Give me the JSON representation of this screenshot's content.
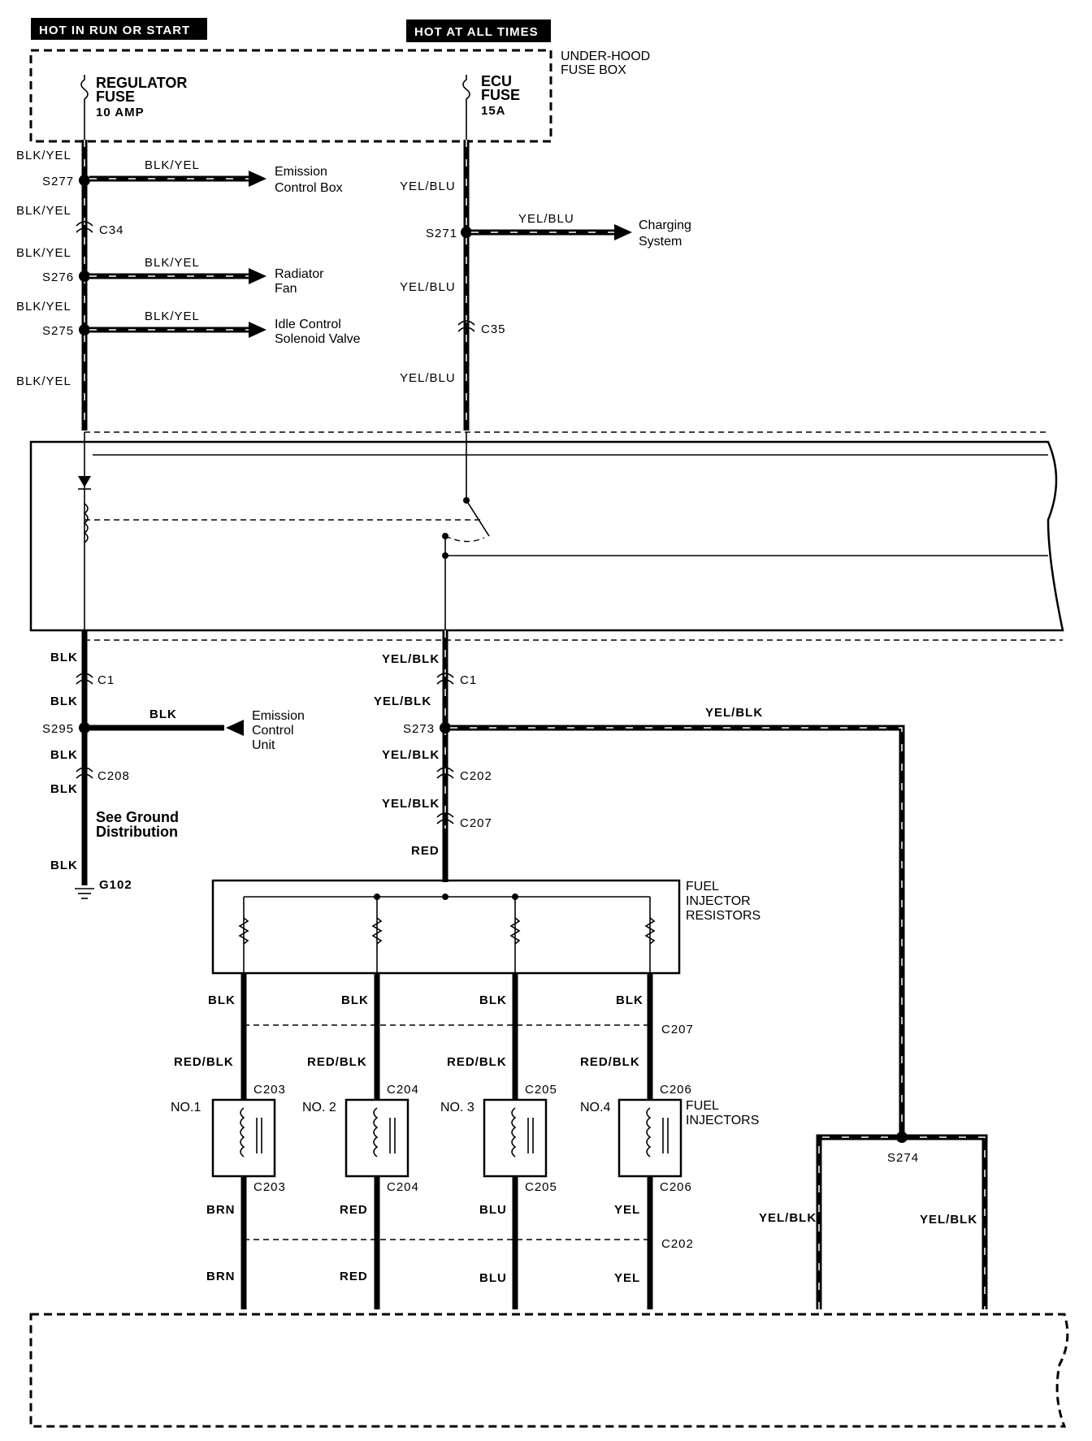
{
  "headers": {
    "run_start": "HOT IN RUN OR START",
    "all_times": "HOT AT ALL TIMES"
  },
  "fuse_box": {
    "title_line1": "UNDER-HOOD",
    "title_line2": "FUSE BOX",
    "regulator_fuse": {
      "line1": "REGULATOR",
      "line2": "FUSE",
      "rating": "10 AMP"
    },
    "ecu_fuse": {
      "line1": "ECU",
      "line2": "FUSE",
      "rating": "15A"
    }
  },
  "left_upper": {
    "wire_labels": [
      "BLK/YEL",
      "BLK/YEL",
      "BLK/YEL",
      "BLK/YEL",
      "BLK/YEL"
    ],
    "splices": [
      "S277",
      "S276",
      "S275"
    ],
    "connector": "C34",
    "branch_wire": "BLK/YEL",
    "branches": [
      {
        "line1": "Emission",
        "line2": "Control Box"
      },
      {
        "line1": "Radiator",
        "line2": "Fan"
      },
      {
        "line1": "Idle Control",
        "line2": "Solenoid Valve"
      }
    ]
  },
  "right_upper": {
    "wire_labels": [
      "YEL/BLU",
      "YEL/BLU",
      "YEL/BLU"
    ],
    "splice": "S271",
    "connector": "C35",
    "branch_wire": "YEL/BLU",
    "branch": {
      "line1": "Charging",
      "line2": "System"
    }
  },
  "left_lower": {
    "wire_labels": [
      "BLK",
      "BLK",
      "BLK",
      "BLK",
      "BLK"
    ],
    "connectors": [
      "C1",
      "C208"
    ],
    "splice": "S295",
    "branch_wire": "BLK",
    "branch": {
      "line1": "Emission",
      "line2": "Control",
      "line3": "Unit"
    },
    "ground_note": {
      "line1": "See Ground",
      "line2": "Distribution"
    },
    "ground": "G102"
  },
  "right_lower": {
    "wire_labels": [
      "YEL/BLK",
      "YEL/BLK",
      "YEL/BLK",
      "YEL/BLK",
      "RED"
    ],
    "connectors": [
      "C1",
      "C202",
      "C207"
    ],
    "splice": "S273",
    "long_wire": "YEL/BLK"
  },
  "resistors": {
    "line1": "FUEL",
    "line2": "INJECTOR",
    "line3": "RESISTORS"
  },
  "injector_title": {
    "line1": "FUEL",
    "line2": "INJECTORS"
  },
  "injectors": [
    {
      "name": "NO.1",
      "top_wire": "BLK",
      "mid_wire": "RED/BLK",
      "conn": "C203",
      "low_wire": "BRN",
      "bottom_wire": "BRN"
    },
    {
      "name": "NO. 2",
      "top_wire": "BLK",
      "mid_wire": "RED/BLK",
      "conn": "C204",
      "low_wire": "RED",
      "bottom_wire": "RED"
    },
    {
      "name": "NO. 3",
      "top_wire": "BLK",
      "mid_wire": "RED/BLK",
      "conn": "C205",
      "low_wire": "BLU",
      "bottom_wire": "BLU"
    },
    {
      "name": "NO.4",
      "top_wire": "BLK",
      "mid_wire": "RED/BLK",
      "conn": "C206",
      "low_wire": "YEL",
      "bottom_wire": "YEL"
    }
  ],
  "injector_connectors": {
    "upper": "C207",
    "lower": "C202"
  },
  "splice_s274": {
    "name": "S274",
    "left_wire": "YEL/BLK",
    "right_wire": "YEL/BLK"
  }
}
